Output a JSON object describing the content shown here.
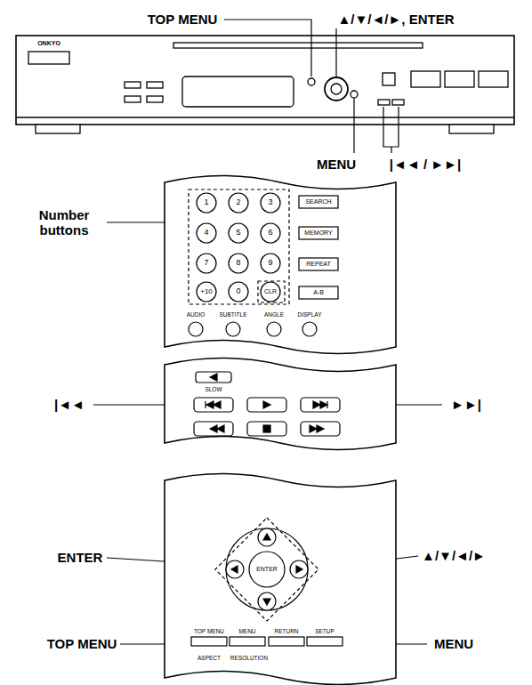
{
  "diagram": {
    "labels": [
      "TOP MENU",
      "▲/▼/◄/►, ENTER",
      "MENU",
      "|◄◄ / ►►|",
      "ONKYO",
      "Number buttons",
      "1",
      "2",
      "3",
      "4",
      "5",
      "6",
      "7",
      "8",
      "9",
      "+10",
      "0",
      "CLR",
      "SEARCH",
      "MEMORY",
      "REPEAT",
      "A-B",
      "AUDIO",
      "SUBTITLE",
      "ANGLE",
      "DISPLAY",
      "SLOW",
      "|◄◄",
      "►►|",
      "ENTER",
      "ENTER",
      "▲/▼/◄/►",
      "TOP MENU",
      "MENU",
      "TOP MENU",
      "MENU",
      "RETURN",
      "SETUP",
      "ASPECT",
      "RESOLUTION"
    ]
  }
}
